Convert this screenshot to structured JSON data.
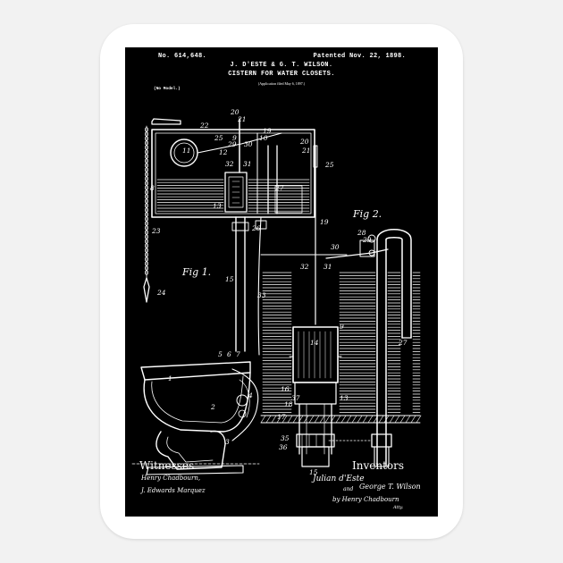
{
  "patent": {
    "number": "No. 614,648.",
    "date": "Patented Nov. 22, 1898.",
    "inventors_names": "J. D'ESTE & G. T. WILSON.",
    "title": "CISTERN FOR WATER CLOSETS.",
    "application": "(Application filed May 6, 1897.)",
    "no_model": "(No Model.)"
  },
  "figures": {
    "fig1": "Fig 1.",
    "fig2": "Fig 2."
  },
  "labels": {
    "witnesses": "Witnesses",
    "inventors": "Inventors"
  },
  "signatures": {
    "witness_1": "Henry Chadbourn,",
    "witness_2": "J. Edwards Marquez",
    "inventor_1": "Julian d'Este",
    "and": "and",
    "inventor_2": "George T. Wilson",
    "attorney": "by Henry Chadbourn",
    "attorney_role": "Atty."
  },
  "callouts": {
    "fig1": [
      "22",
      "20",
      "21",
      "25",
      "9",
      "10",
      "19",
      "29",
      "30",
      "11",
      "12",
      "32",
      "31",
      "8",
      "27",
      "23",
      "13",
      "26",
      "15",
      "33",
      "24",
      "5",
      "6",
      "7",
      "1",
      "4",
      "2",
      "3"
    ],
    "fig2": [
      "20",
      "21",
      "25",
      "19",
      "28",
      "29",
      "30",
      "32",
      "31",
      "9",
      "14",
      "27",
      "16",
      "18",
      "37",
      "13",
      "17",
      "35",
      "36",
      "15"
    ]
  },
  "colors": {
    "sticker": "#ffffff",
    "card": "#000000",
    "ink": "#ffffff",
    "backdrop": "#f2f2f2"
  }
}
